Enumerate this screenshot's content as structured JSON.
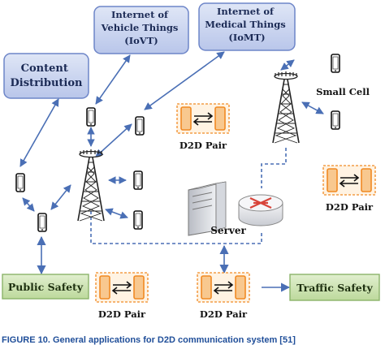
{
  "diagram": {
    "iovt_lines": [
      "Internet of",
      "Vehicle Things",
      "(IoVT)"
    ],
    "iomt_lines": [
      "Internet of",
      "Medical Things",
      "(IoMT)"
    ],
    "content_lines": [
      "Content",
      "Distribution"
    ],
    "public_safety": "Public Safety",
    "traffic_safety": "Traffic Safety",
    "small_cell": "Small Cell",
    "server": "Server",
    "d2d_pair": "D2D Pair"
  },
  "caption": "FIGURE 10.  General applications for D2D communication system [51]",
  "colors": {
    "blue_box_fill": "#c9d3ee",
    "blue_box_stroke": "#6d85c8",
    "green_box_fill": "#cfe3b6",
    "green_box_stroke": "#8bb36a",
    "arrow": "#4a6fb5",
    "orange": "#f08a24",
    "orange_fill": "#f8c88f",
    "router_red": "#d8443a",
    "caption_blue": "#1f4e99"
  }
}
